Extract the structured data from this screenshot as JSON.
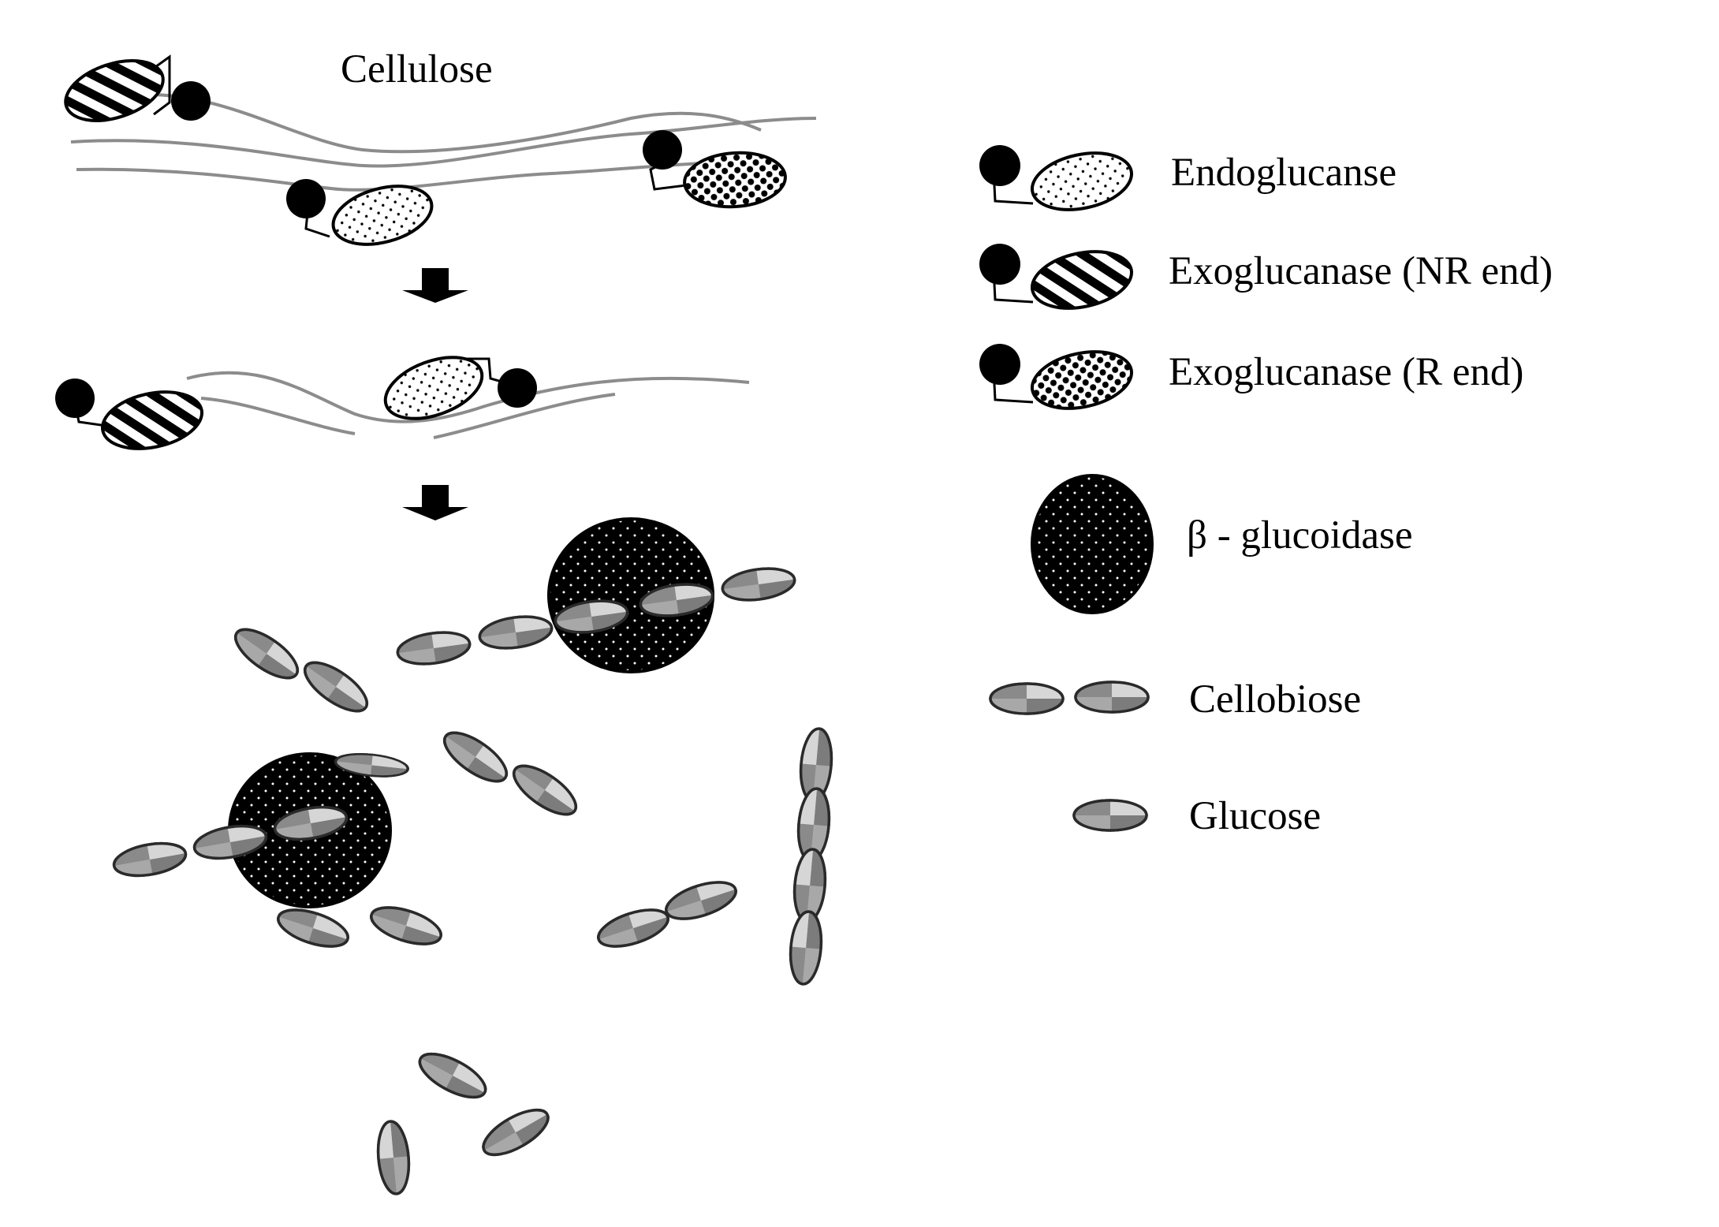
{
  "diagram": {
    "title": "Cellulose",
    "legend": [
      {
        "key": "endoglucanase",
        "label": "Endoglucanse",
        "icon": "endoglucanase-icon"
      },
      {
        "key": "exo_nr",
        "label": "Exoglucanase (NR end)",
        "icon": "exoglucanase-nr-end-icon"
      },
      {
        "key": "exo_r",
        "label": "Exoglucanase (R end)",
        "icon": "exoglucanase-r-end-icon"
      },
      {
        "key": "beta",
        "label": "β - glucoidase",
        "icon": "beta-glucosidase-icon"
      },
      {
        "key": "cellobiose",
        "label": "Cellobiose",
        "icon": "cellobiose-icon"
      },
      {
        "key": "glucose",
        "label": "Glucose",
        "icon": "glucose-icon"
      }
    ],
    "steps": [
      "step-arrow-1",
      "step-arrow-2"
    ],
    "colors": {
      "ink": "#000000",
      "fiber": "#8c8c8c",
      "glucose_light": "#c8c8c8",
      "glucose_dark": "#7a7a7a",
      "glucose_mid": "#a6a6a6"
    }
  }
}
